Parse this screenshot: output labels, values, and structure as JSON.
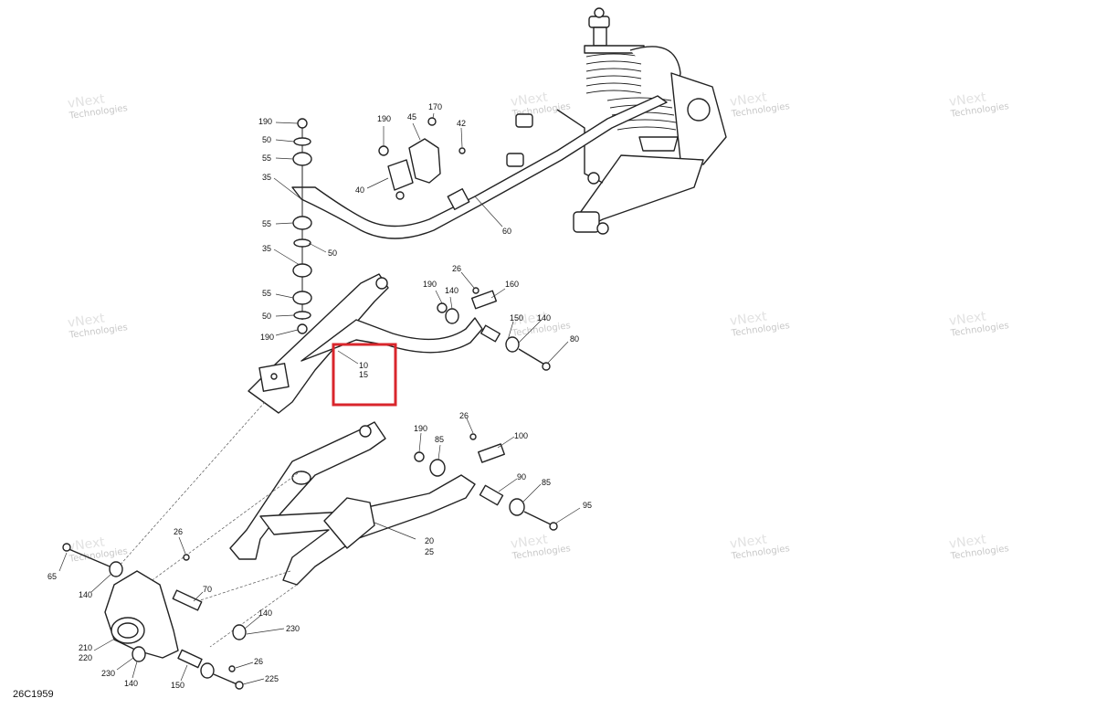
{
  "figure_code": "26C1959",
  "watermark": {
    "line1": "vNext",
    "line2": "Technologies"
  },
  "highlight_color": "#d9262c",
  "callouts": [
    {
      "id": "c190a",
      "text": "190"
    },
    {
      "id": "c50a",
      "text": "50"
    },
    {
      "id": "c55a",
      "text": "55"
    },
    {
      "id": "c35a",
      "text": "35"
    },
    {
      "id": "c55b",
      "text": "55"
    },
    {
      "id": "c35b",
      "text": "35"
    },
    {
      "id": "c50b",
      "text": "50"
    },
    {
      "id": "c55c",
      "text": "55"
    },
    {
      "id": "c50c",
      "text": "50"
    },
    {
      "id": "c190b",
      "text": "190"
    },
    {
      "id": "c190c",
      "text": "190"
    },
    {
      "id": "c45",
      "text": "45"
    },
    {
      "id": "c170",
      "text": "170"
    },
    {
      "id": "c42",
      "text": "42"
    },
    {
      "id": "c40",
      "text": "40"
    },
    {
      "id": "c60",
      "text": "60"
    },
    {
      "id": "c26a",
      "text": "26"
    },
    {
      "id": "c190d",
      "text": "190"
    },
    {
      "id": "c140a",
      "text": "140"
    },
    {
      "id": "c160",
      "text": "160"
    },
    {
      "id": "c150a",
      "text": "150"
    },
    {
      "id": "c140b",
      "text": "140"
    },
    {
      "id": "c80",
      "text": "80"
    },
    {
      "id": "c10",
      "text": "10"
    },
    {
      "id": "c15",
      "text": "15"
    },
    {
      "id": "c26b",
      "text": "26"
    },
    {
      "id": "c190e",
      "text": "190"
    },
    {
      "id": "c85a",
      "text": "85"
    },
    {
      "id": "c100",
      "text": "100"
    },
    {
      "id": "c90",
      "text": "90"
    },
    {
      "id": "c85b",
      "text": "85"
    },
    {
      "id": "c95",
      "text": "95"
    },
    {
      "id": "c20",
      "text": "20"
    },
    {
      "id": "c25",
      "text": "25"
    },
    {
      "id": "c26c",
      "text": "26"
    },
    {
      "id": "c65",
      "text": "65"
    },
    {
      "id": "c140c",
      "text": "140"
    },
    {
      "id": "c70",
      "text": "70"
    },
    {
      "id": "c140d",
      "text": "140"
    },
    {
      "id": "c230a",
      "text": "230"
    },
    {
      "id": "c210",
      "text": "210"
    },
    {
      "id": "c220",
      "text": "220"
    },
    {
      "id": "c230b",
      "text": "230"
    },
    {
      "id": "c140e",
      "text": "140"
    },
    {
      "id": "c150b",
      "text": "150"
    },
    {
      "id": "c26d",
      "text": "26"
    },
    {
      "id": "c225",
      "text": "225"
    }
  ]
}
